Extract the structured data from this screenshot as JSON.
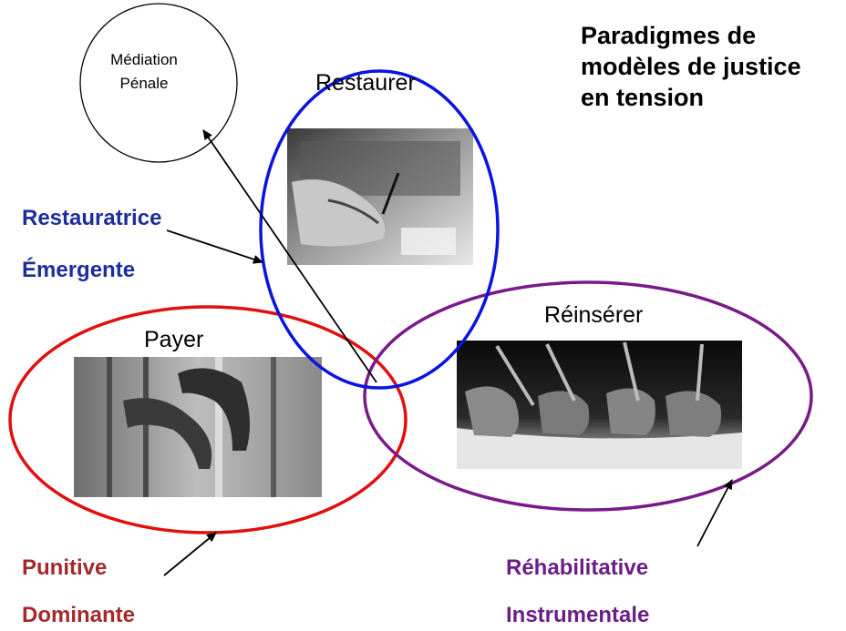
{
  "title_lines": [
    "Paradigmes de",
    "modèles de justice",
    "en tension"
  ],
  "mediation": {
    "lines": [
      "Médiation",
      "Pénale"
    ]
  },
  "circles": {
    "restaurer": {
      "label": "Restaurer",
      "color": "#0a14e0",
      "photo": "hand-painting-frame-photo"
    },
    "payer": {
      "label": "Payer",
      "color": "#e01010",
      "photo": "hands-behind-bars-photo"
    },
    "reinserer": {
      "label": "Réinsérer",
      "color": "#7a1a8a",
      "photo": "hands-writing-photo"
    }
  },
  "paradigms": {
    "restauratrice": {
      "line1": "Restauratrice",
      "line2": "Émergente",
      "color": "#1c2e9c"
    },
    "punitive": {
      "line1": "Punitive",
      "line2": "Dominante",
      "color": "#a32a2a"
    },
    "rehabilitative": {
      "line1": "Réhabilitative",
      "line2": "Instrumentale",
      "color": "#6a1f86"
    }
  }
}
